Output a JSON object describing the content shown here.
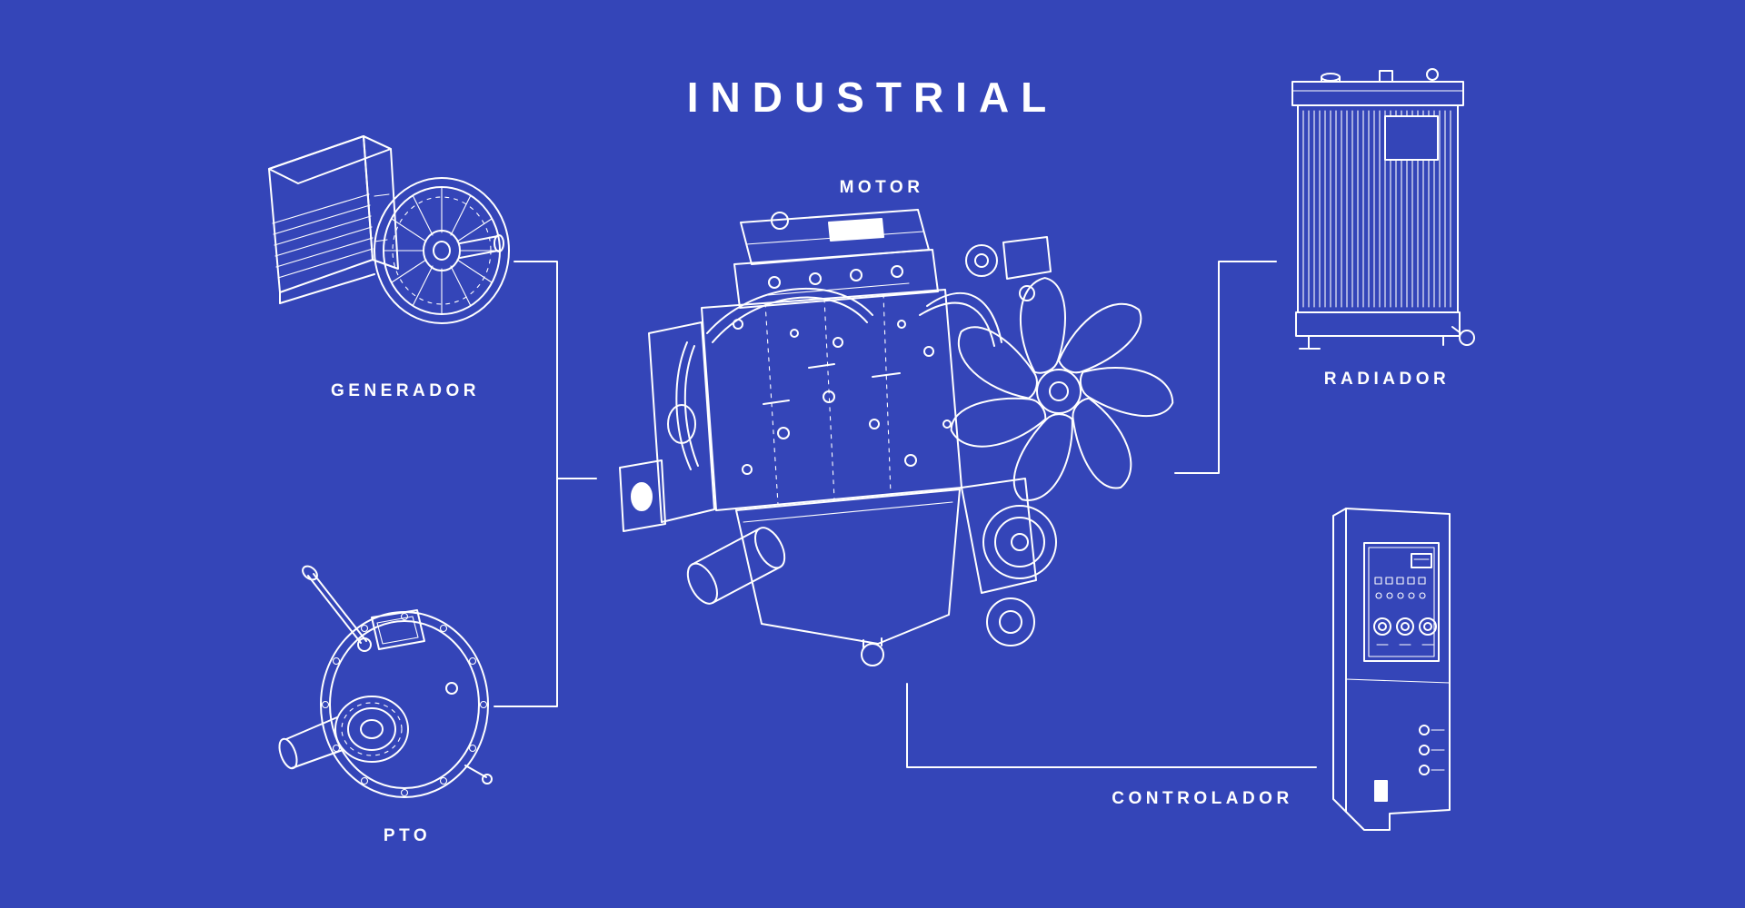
{
  "title": "INDUSTRIAL",
  "labels": {
    "motor": "MOTOR",
    "generador": "GENERADOR",
    "radiador": "RADIADOR",
    "pto": "PTO",
    "controlador": "CONTROLADOR"
  },
  "theme": {
    "background": "#3445b8",
    "line_color": "#ffffff",
    "text_color": "#ffffff"
  }
}
